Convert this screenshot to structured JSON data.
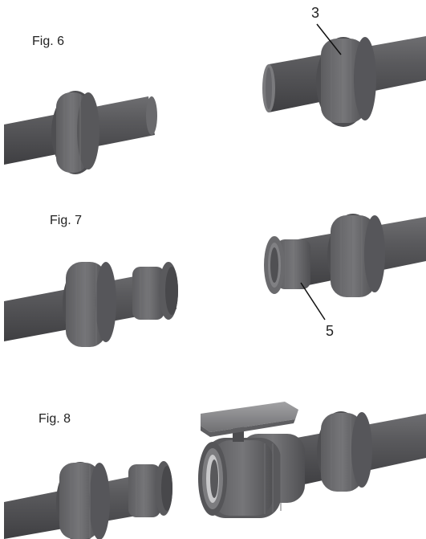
{
  "figures": [
    {
      "label": "Fig. 6"
    },
    {
      "label": "Fig. 7"
    },
    {
      "label": "Fig. 8"
    }
  ],
  "callouts": [
    {
      "number": "3"
    },
    {
      "number": "5"
    }
  ],
  "colors": {
    "pipe_dark": "#4c4c4e",
    "pipe_mid": "#5c5c5f",
    "pipe_light": "#7a7a7d",
    "highlight": "#9a9a9d",
    "handle": "#8a8a8c",
    "text": "#222222"
  }
}
